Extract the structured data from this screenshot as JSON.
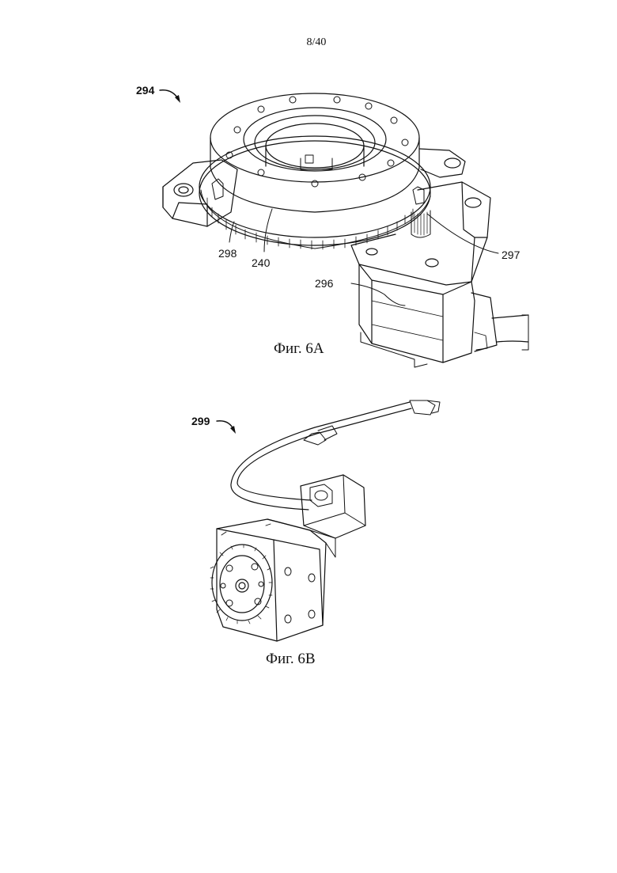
{
  "page_number": "8/40",
  "figure_6a": {
    "ref_main": "294",
    "ref_298": "298",
    "ref_240": "240",
    "ref_297": "297",
    "ref_296": "296",
    "caption": "Фиг. 6A"
  },
  "figure_6b": {
    "ref_main": "299",
    "caption": "Фиг. 6B"
  }
}
